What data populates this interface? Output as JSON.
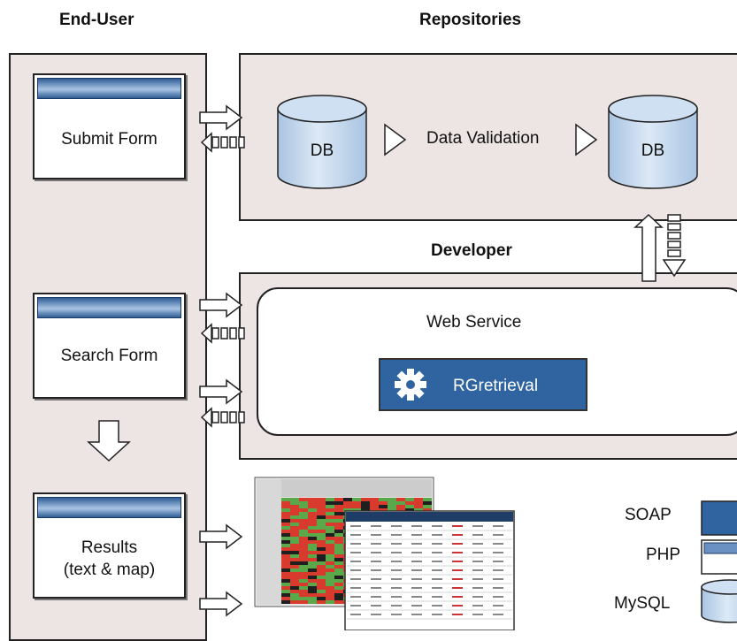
{
  "headers": {
    "end_user": "End-User",
    "repositories": "Repositories",
    "developer": "Developer"
  },
  "forms": {
    "submit": "Submit Form",
    "search": "Search Form",
    "results_line1": "Results",
    "results_line2": "(text & map)"
  },
  "repositories": {
    "db_left": "DB",
    "db_right": "DB",
    "validation": "Data Validation"
  },
  "developer": {
    "web_service": "Web Service",
    "rgretrieval": "RGretrieval"
  },
  "legend": {
    "soap": "SOAP",
    "php": "PHP",
    "mysql": "MySQL"
  },
  "colors": {
    "panel": "#ede4e4",
    "soap_blue": "#2f64a0",
    "db_blue": "#c4d9ee"
  },
  "icons": [
    "gear-icon"
  ]
}
